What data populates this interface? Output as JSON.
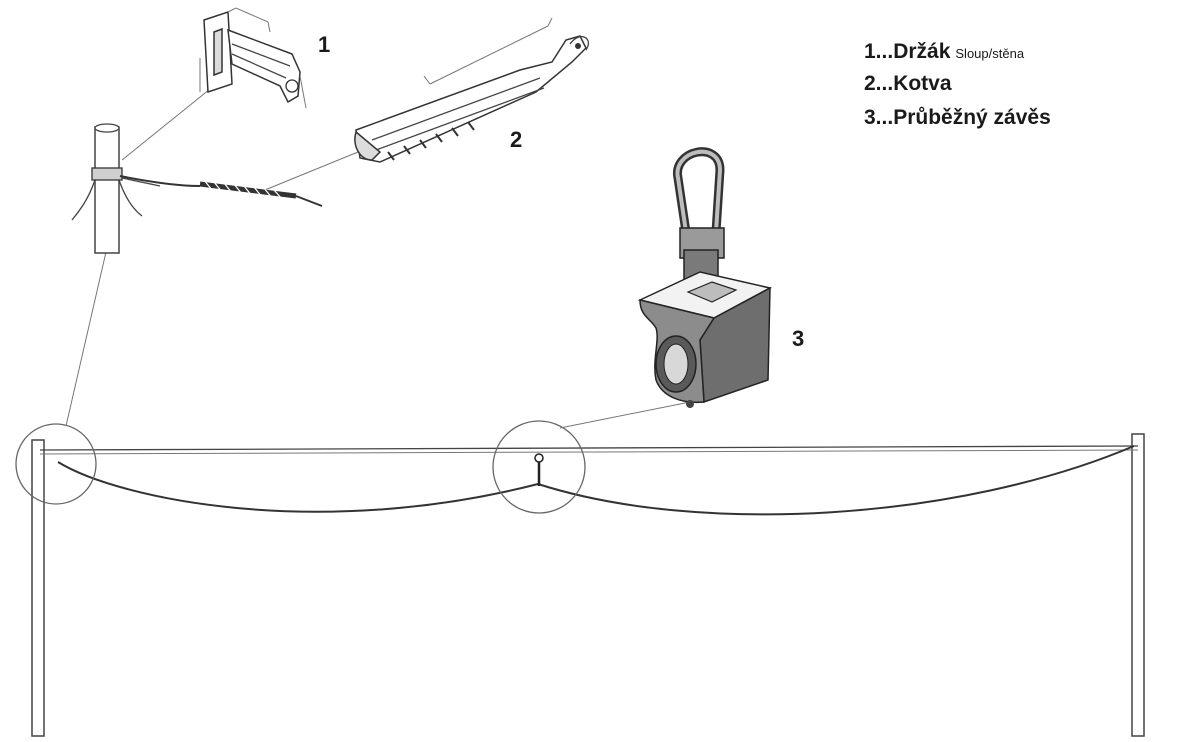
{
  "callouts": {
    "holder_number": "1",
    "anchor_number": "2",
    "hanger_number": "3"
  },
  "legend": {
    "items": [
      {
        "prefix": "1...",
        "label": "Držák",
        "qualifier": "Sloup/stěna"
      },
      {
        "prefix": "2...",
        "label": "Kotva",
        "qualifier": ""
      },
      {
        "prefix": "3...",
        "label": "Průběžný závěs",
        "qualifier": ""
      }
    ]
  }
}
